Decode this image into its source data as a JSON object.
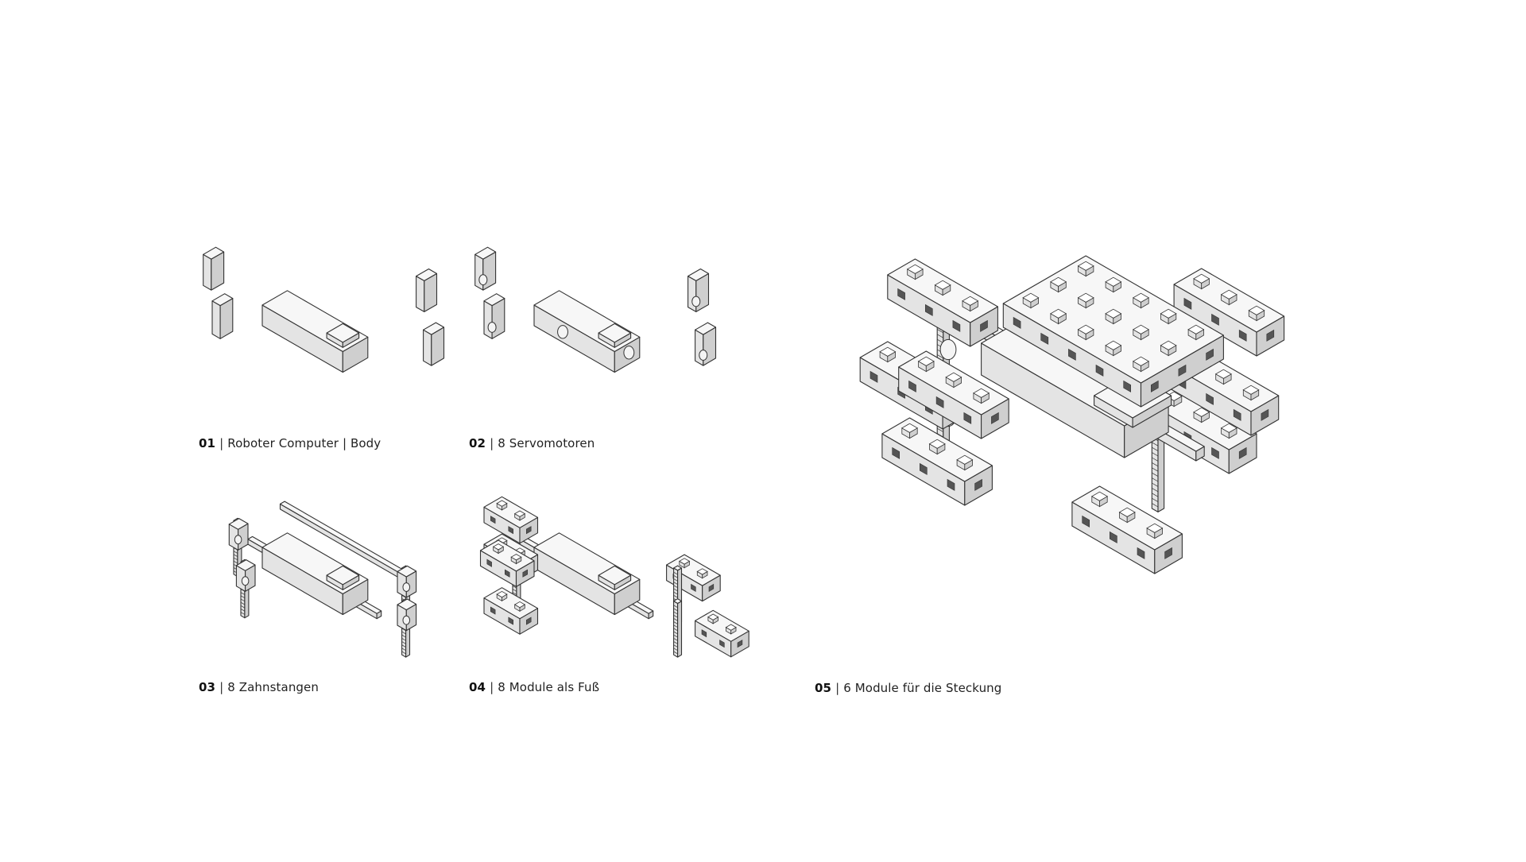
{
  "steps": [
    {
      "number": "01",
      "separator": "|",
      "label": "Roboter Computer | Body"
    },
    {
      "number": "02",
      "separator": "|",
      "label": "8 Servomotoren"
    },
    {
      "number": "03",
      "separator": "|",
      "label": "8 Zahnstangen"
    },
    {
      "number": "04",
      "separator": "|",
      "label": "8 Module als Fuß"
    },
    {
      "number": "05",
      "separator": "|",
      "label": "6 Module für die Steckung"
    }
  ],
  "colors": {
    "background": "#ffffff",
    "line": "#333333",
    "face_top": "#f7f7f7",
    "face_left": "#e4e4e4",
    "face_right": "#cfcfcf",
    "hole": "#555555"
  }
}
